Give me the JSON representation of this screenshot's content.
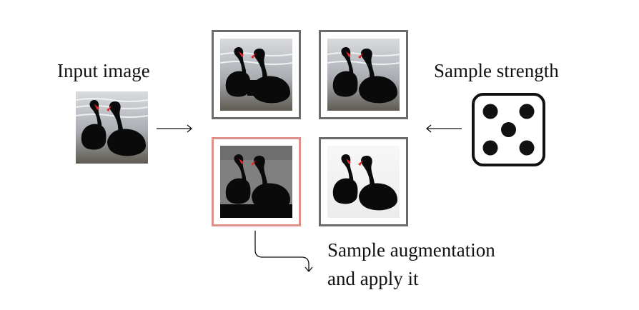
{
  "labels": {
    "input": "Input image",
    "strength": "Sample strength",
    "augment_line1": "Sample augmentation",
    "augment_line2": "and apply it"
  },
  "augmentations": [
    {
      "name": "cutout",
      "selected": false
    },
    {
      "name": "original",
      "selected": false
    },
    {
      "name": "posterize",
      "selected": true
    },
    {
      "name": "brightness",
      "selected": false
    }
  ],
  "colors": {
    "frame": "#6b6b6b",
    "selected_frame": "#e0908a",
    "die": "#111111",
    "water": "#9aa0a6",
    "swan": "#0a0a0a",
    "beak": "#e5262a"
  },
  "die_face": 5
}
